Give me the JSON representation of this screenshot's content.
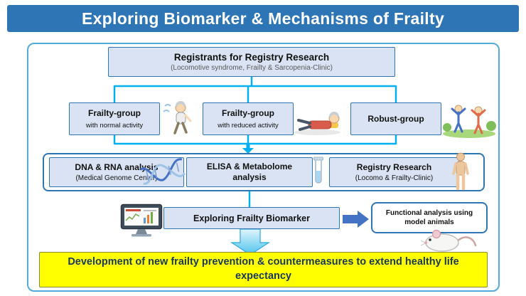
{
  "banner": {
    "title": "Exploring Biomarker & Mechanisms of Frailty"
  },
  "registrants": {
    "title": "Registrants for Registry Research",
    "subtitle": "(Locomotive syndrome, Frailty & Sarcopenia-Clinic)"
  },
  "groups": [
    {
      "title": "Frailty-group",
      "subtitle": "with normal activity",
      "icon": "walking-senior-icon"
    },
    {
      "title": "Frailty-group",
      "subtitle": "with reduced activity",
      "icon": "lying-senior-icon"
    },
    {
      "title": "Robust-group",
      "subtitle": "",
      "icon": "exercising-people-icon"
    }
  ],
  "analyses": [
    {
      "title": "DNA & RNA analysis",
      "subtitle": "(Medical Genome Center)",
      "icon": "dna-helix-icon"
    },
    {
      "title": "ELISA & Metabolome analysis",
      "subtitle": "",
      "icon": "test-tube-icon"
    },
    {
      "title": "Registry Research",
      "subtitle": "(Locomo & Frailty-Clinic)",
      "icon": "human-body-icon"
    }
  ],
  "biomarker": {
    "title": "Exploring Frailty Biomarker",
    "icon": "monitor-chart-icon"
  },
  "functional": {
    "title": "Functional analysis using model animals",
    "icon": "mouse-icon"
  },
  "outcome": {
    "title": "Development of new frailty prevention & countermeasures to extend healthy life expectancy"
  },
  "colors": {
    "banner_bg": "#2E75B6",
    "box_fill": "#DAE3F3",
    "box_border": "#2E75B6",
    "connector": "#00B0F0",
    "outer_border": "#55ABDB",
    "right_arrow": "#4472C4",
    "down_arrow": "#56C2EC",
    "highlight_bg": "#FFFF00",
    "highlight_text": "#17375E"
  }
}
